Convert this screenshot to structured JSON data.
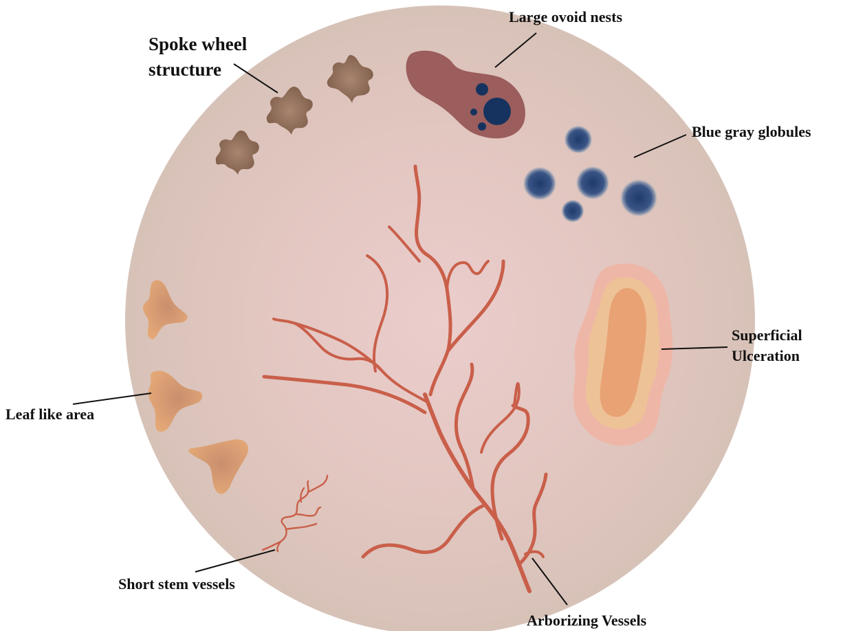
{
  "labels": {
    "spoke_wheel_line1": "Spoke wheel",
    "spoke_wheel_line2": "structure",
    "large_ovoid_nests": "Large ovoid nests",
    "blue_gray_globules": "Blue gray globules",
    "superficial_line1": "Superficial",
    "superficial_line2": "Ulceration",
    "leaf_like_area": "Leaf like area",
    "short_stem_vessels": "Short stem vessels",
    "arborizing_vessels": "Arborizing Vessels"
  },
  "colors": {
    "background": "#ffffff",
    "lesion_center": "#e9cccb",
    "lesion_edge": "#d8c3ba",
    "spoke_wheel": "#8b6a55",
    "ovoid_nest": "#9b5e5c",
    "globule": "#2e4a78",
    "ulcer_outer": "#eeb4a2",
    "ulcer_middle": "#eec08e",
    "ulcer_inner": "#e9a36f",
    "leaf": "#dea172",
    "vessel": "#c95f4a",
    "label_text": "#111111"
  }
}
